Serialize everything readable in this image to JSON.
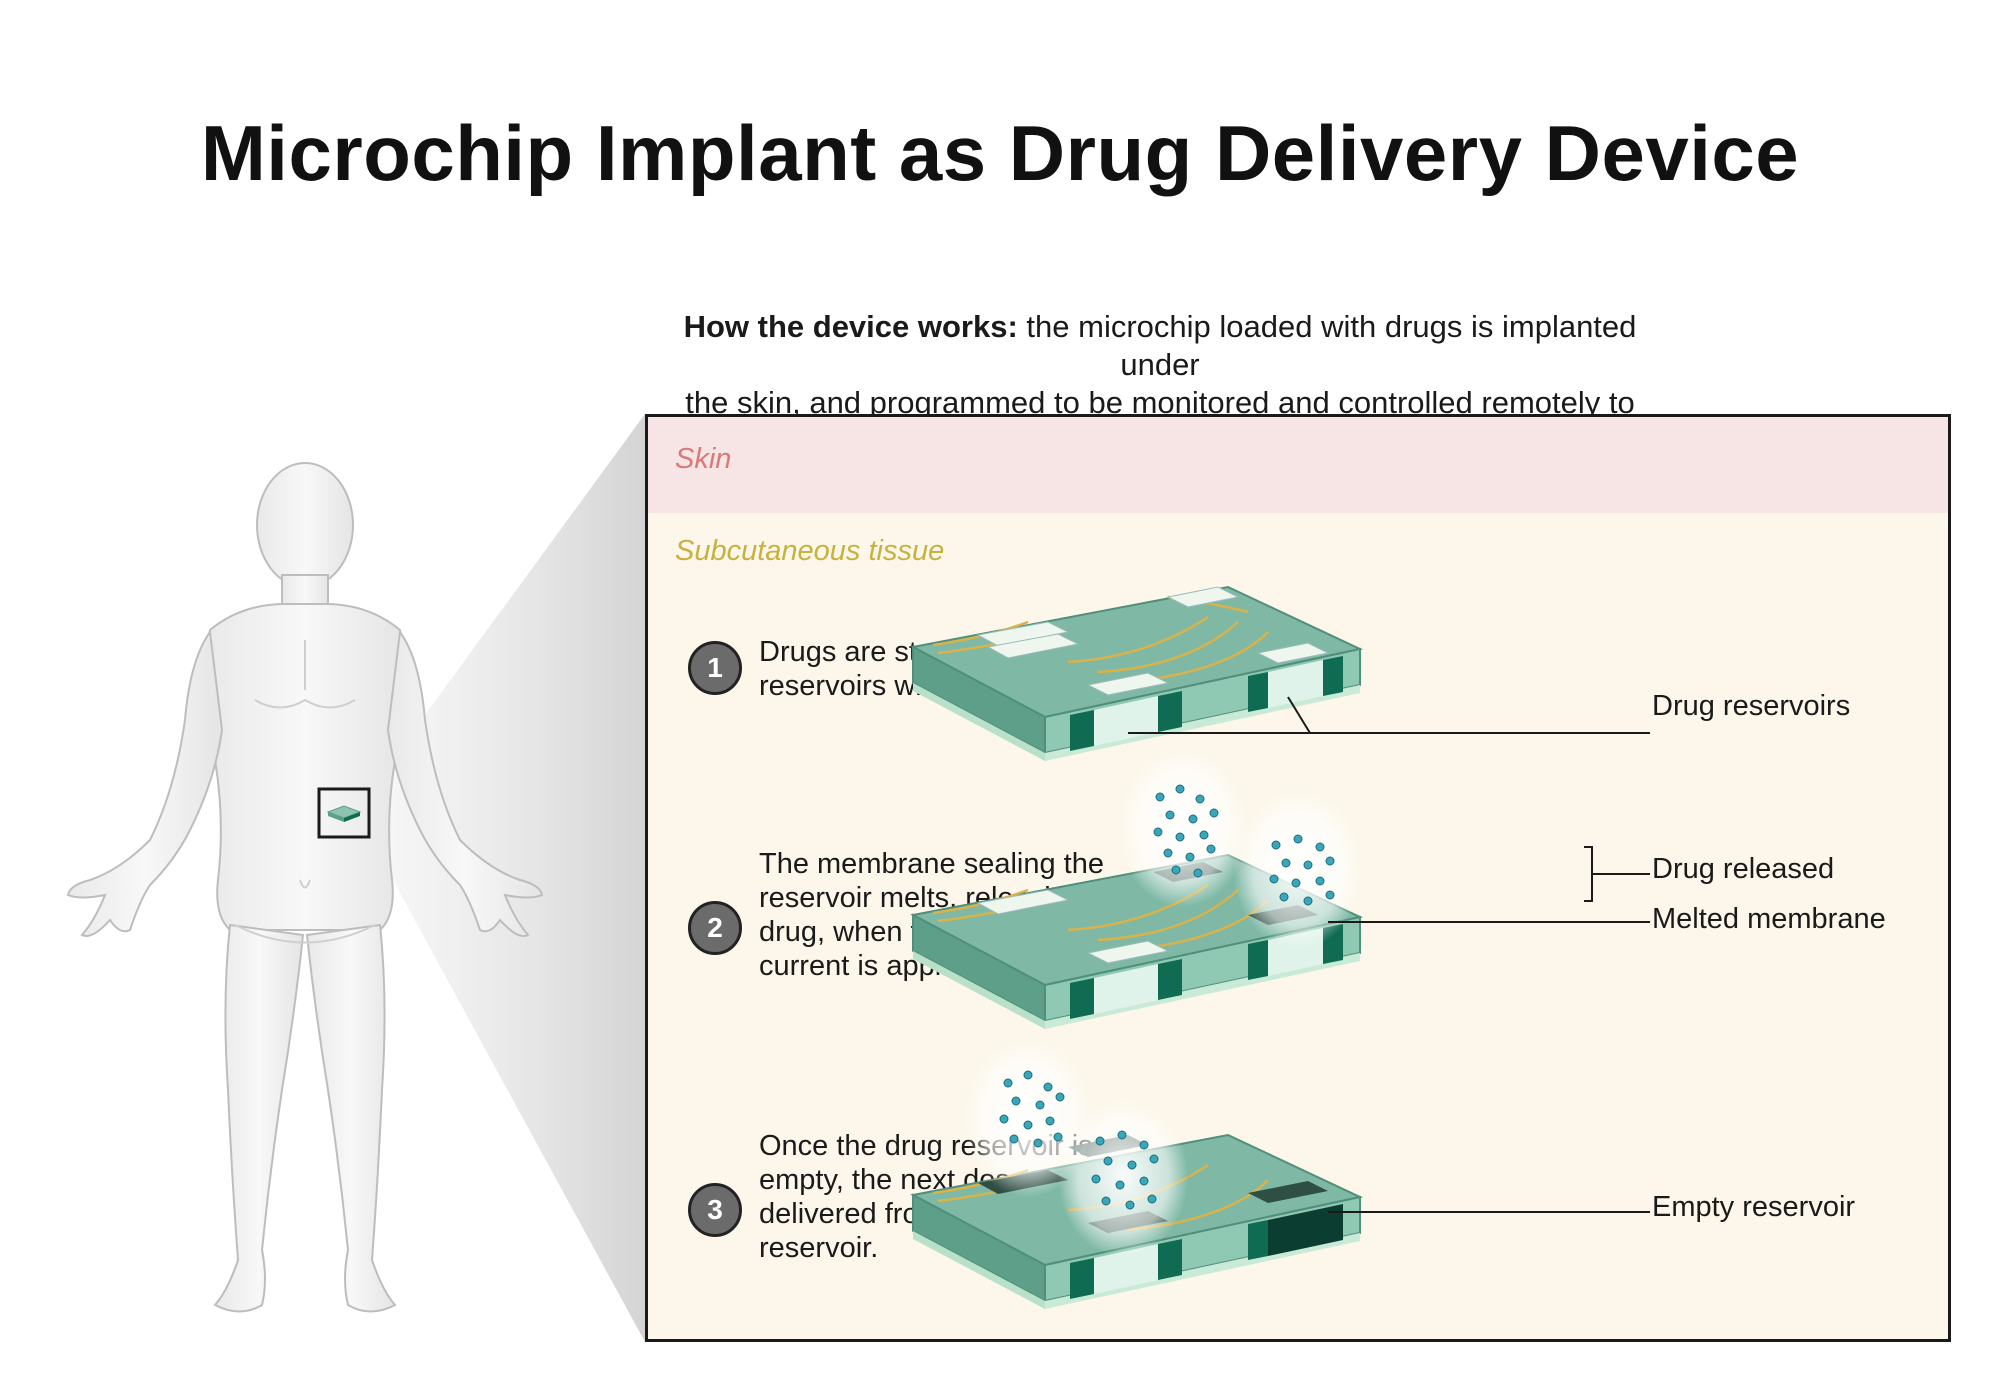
{
  "title": "Microchip Implant as Drug Delivery Device",
  "subtitle": {
    "bold_lead": "How the device works:",
    "line1_rest": " the microchip loaded with drugs is implanted under",
    "line2": "the skin, and programmed to be monitored and controlled remotely to deliver drugs"
  },
  "layers": {
    "skin": "Skin",
    "subcutaneous": "Subcutaneous tissue"
  },
  "steps": [
    {
      "number": "1",
      "text": "Drugs are stored in sealed reservoirs when implanted."
    },
    {
      "number": "2",
      "text": "The membrane sealing the reservoir melts, releasing the drug, when the electrical current is applied."
    },
    {
      "number": "3",
      "text": "Once the drug reservoir is empty, the next dose can be delivered from another reservoir."
    }
  ],
  "callouts": {
    "drug_reservoirs": "Drug reservoirs",
    "drug_released": "Drug released",
    "melted_membrane": "Melted membrane",
    "empty_reservoir": "Empty reservoir"
  },
  "colors": {
    "chip_top": "#7fb9a6",
    "chip_side": "#5e9f8a",
    "chip_dark": "#0f6b52",
    "chip_base": "#b9e0c9",
    "gold": "#d9b24a",
    "skin": "#f7e4e4",
    "tissue": "#fcf7ea",
    "drug_dot": "#3aa6b9"
  },
  "icons": [
    "human-body-icon",
    "microchip-icon"
  ]
}
